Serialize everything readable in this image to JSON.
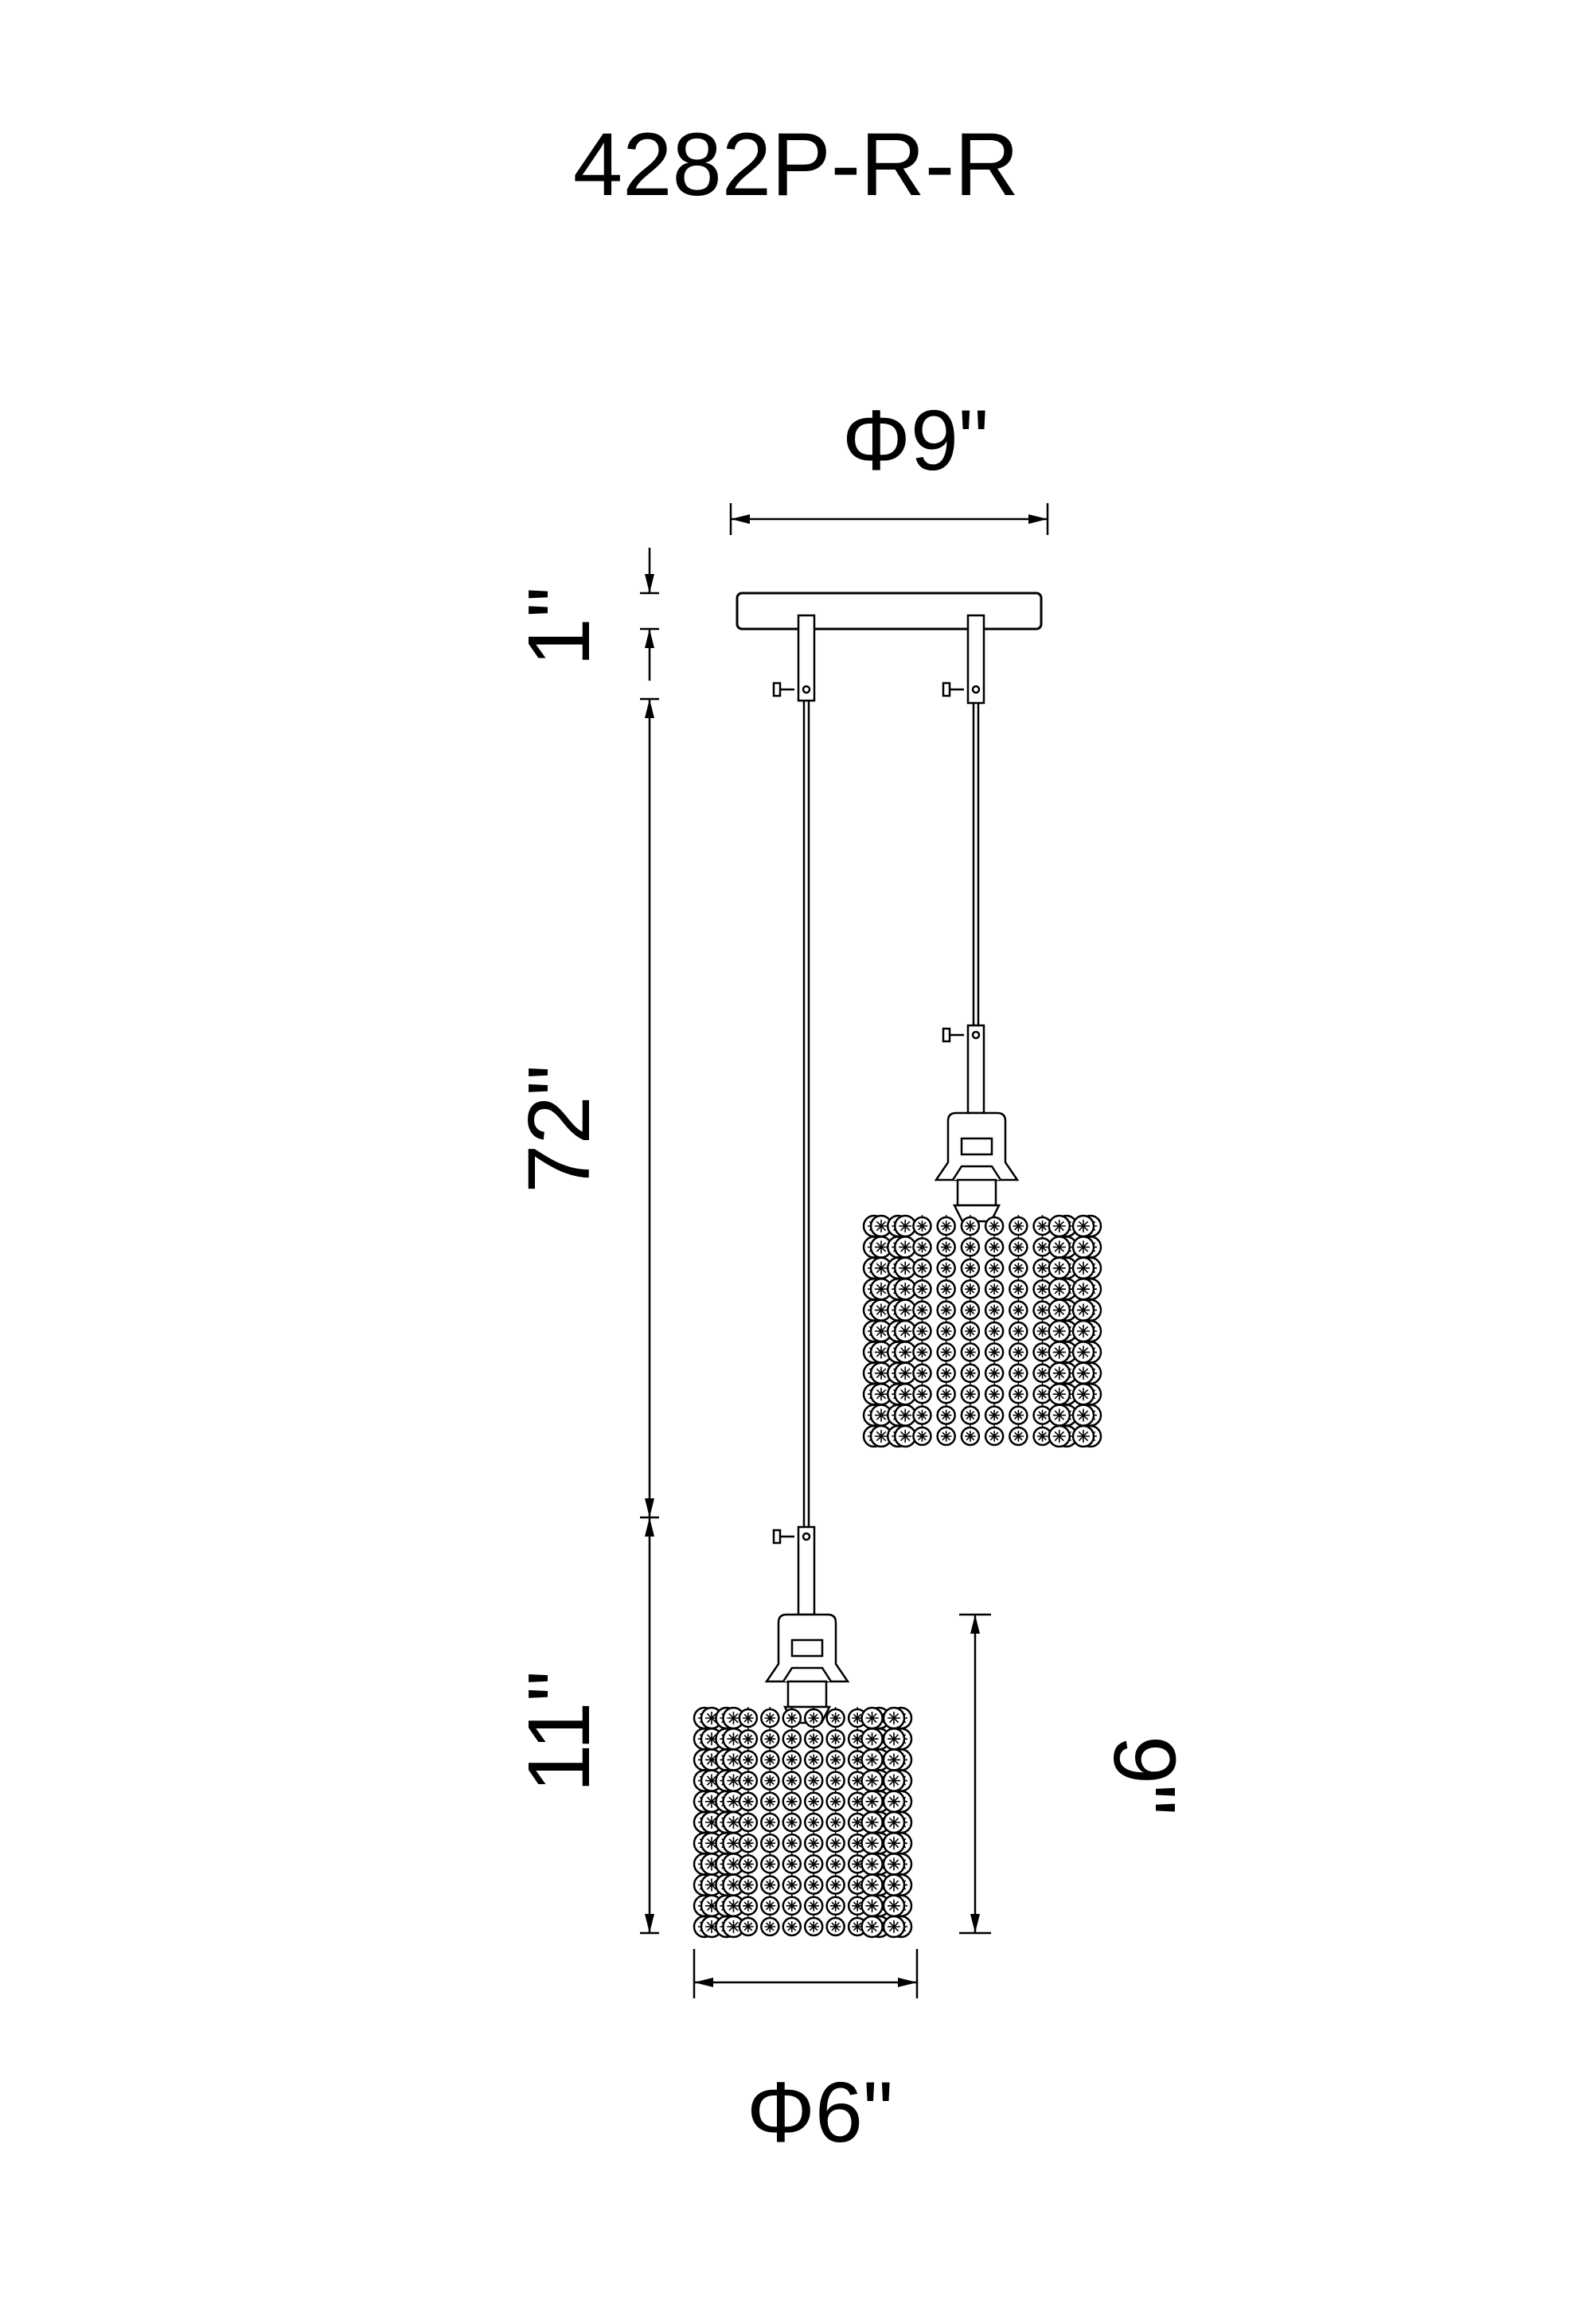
{
  "model": "4282P-R-R",
  "dimensions": {
    "canopy_diameter": "Φ9\"",
    "canopy_height": "1\"",
    "cord_length": "72\"",
    "fixture_height": "11\"",
    "shade_height": "9\"",
    "shade_diameter": "Φ6\""
  },
  "colors": {
    "ink": "#000000",
    "paper": "#ffffff"
  }
}
